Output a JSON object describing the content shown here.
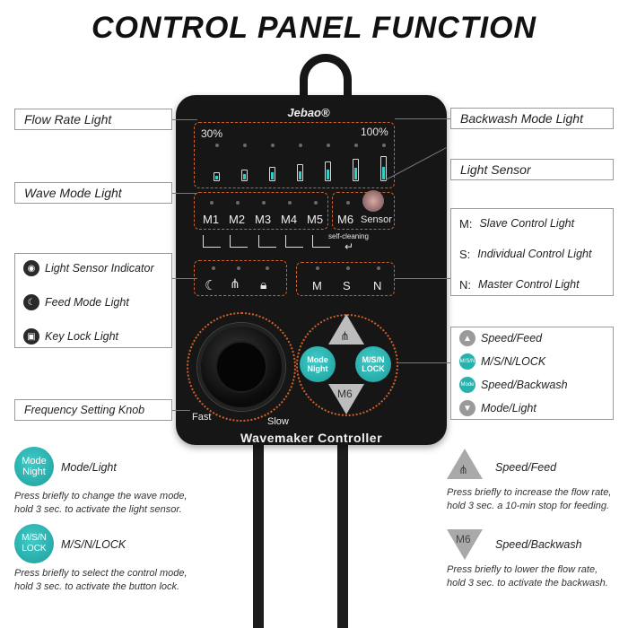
{
  "title": "CONTROL PANEL FUNCTION",
  "callouts": {
    "flow_rate_light": "Flow Rate Light",
    "wave_mode_light": "Wave Mode Light",
    "backwash_mode_light": "Backwash Mode Light",
    "light_sensor": "Light Sensor",
    "frequency_knob": "Frequency Setting Knob",
    "indicator_group": [
      {
        "icon": "eye-icon",
        "label": "Light Sensor Indicator"
      },
      {
        "icon": "moon-icon",
        "label": "Feed Mode Light"
      },
      {
        "icon": "lock-icon",
        "label": "Key Lock Light"
      }
    ],
    "msn_group": [
      {
        "key": "M:",
        "label": "Slave Control Light"
      },
      {
        "key": "S:",
        "label": "Individual Control Light"
      },
      {
        "key": "N:",
        "label": "Master Control Light"
      }
    ],
    "buttons_group": [
      {
        "icon": "fish-triangle-icon",
        "label": "Speed/Feed"
      },
      {
        "icon": "msn-lock-icon",
        "label": "M/S/N/LOCK"
      },
      {
        "icon": "mode-night-icon",
        "label": "Speed/Backwash"
      },
      {
        "icon": "m6-icon",
        "label": "Mode/Light"
      }
    ]
  },
  "device": {
    "logo": "Jebao®",
    "flow_min": "30%",
    "flow_max": "100%",
    "modes": [
      "M1",
      "M2",
      "M3",
      "M4",
      "M5"
    ],
    "mode6": "M6",
    "sensor": "Sensor",
    "self_cleaning": "self-cleaning",
    "controls": [
      "M",
      "S",
      "N"
    ],
    "btn_mode_night": [
      "Mode",
      "Night"
    ],
    "btn_msn_lock": [
      "M/S/N",
      "LOCK"
    ],
    "btn_m6": "M6",
    "fast": "Fast",
    "slow": "Slow",
    "brand": "Wavemaker Controller"
  },
  "legend": {
    "mode_light": {
      "icon_text": [
        "Mode",
        "Night"
      ],
      "title": "Mode/Light",
      "desc": [
        "Press briefly to change the wave mode,",
        "hold 3 sec. to activate the light sensor."
      ]
    },
    "msn_lock": {
      "icon_text": [
        "M/S/N",
        "LOCK"
      ],
      "title": "M/S/N/LOCK",
      "desc": [
        "Press briefly to select the control mode,",
        "hold 3 sec. to activate the button lock."
      ]
    },
    "speed_feed": {
      "title": "Speed/Feed",
      "desc": [
        "Press briefly to increase the flow rate,",
        "hold 3 sec. a 10-min stop for feeding."
      ]
    },
    "speed_backwash": {
      "icon_text": "M6",
      "title": "Speed/Backwash",
      "desc": [
        "Press briefly to lower the flow rate,",
        "hold 3 sec. to activate the backwash."
      ]
    }
  },
  "colors": {
    "accent_teal": "#27b2b0",
    "dashed_orange": "#d2622a",
    "device_body": "#161616",
    "flow_bar": "#30d0c8"
  }
}
